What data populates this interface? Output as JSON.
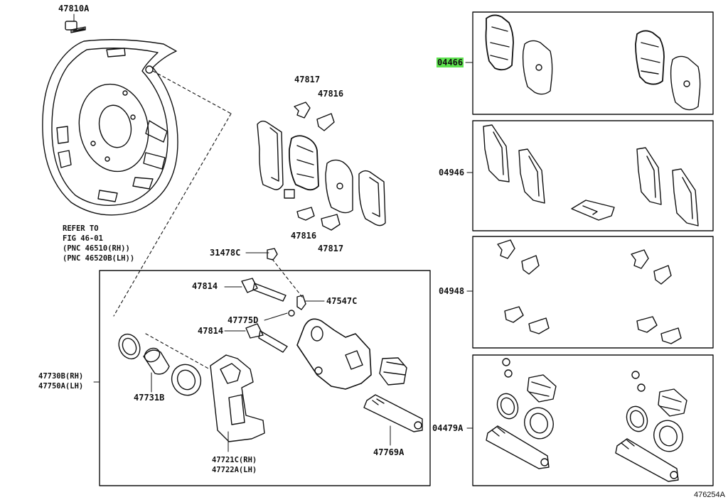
{
  "diagram": {
    "sheet_number": "476254A",
    "highlight_color": "#5ee34f",
    "line_color": "#111111",
    "labels": {
      "p47810A": "47810A",
      "p47817a": "47817",
      "p47816a": "47816",
      "p47816b": "47816",
      "p47817b": "47817",
      "p31478C": "31478C",
      "p47814a": "47814",
      "p47547C": "47547C",
      "p47775D": "47775D",
      "p47814b": "47814",
      "p47730B": "47730B(RH)",
      "p47750A": "47750A(LH)",
      "p47731B": "47731B",
      "p47721C": "47721C(RH)",
      "p47722A": "47722A(LH)",
      "p47769A": "47769A",
      "p04466": "04466",
      "p04946": "04946",
      "p04948": "04948",
      "p04479A": "04479A"
    },
    "refer_note": {
      "line1": "REFER TO",
      "line2": "FIG 46-01",
      "line3": "(PNC 46510(RH))",
      "line4": "(PNC 46520B(LH))"
    }
  }
}
